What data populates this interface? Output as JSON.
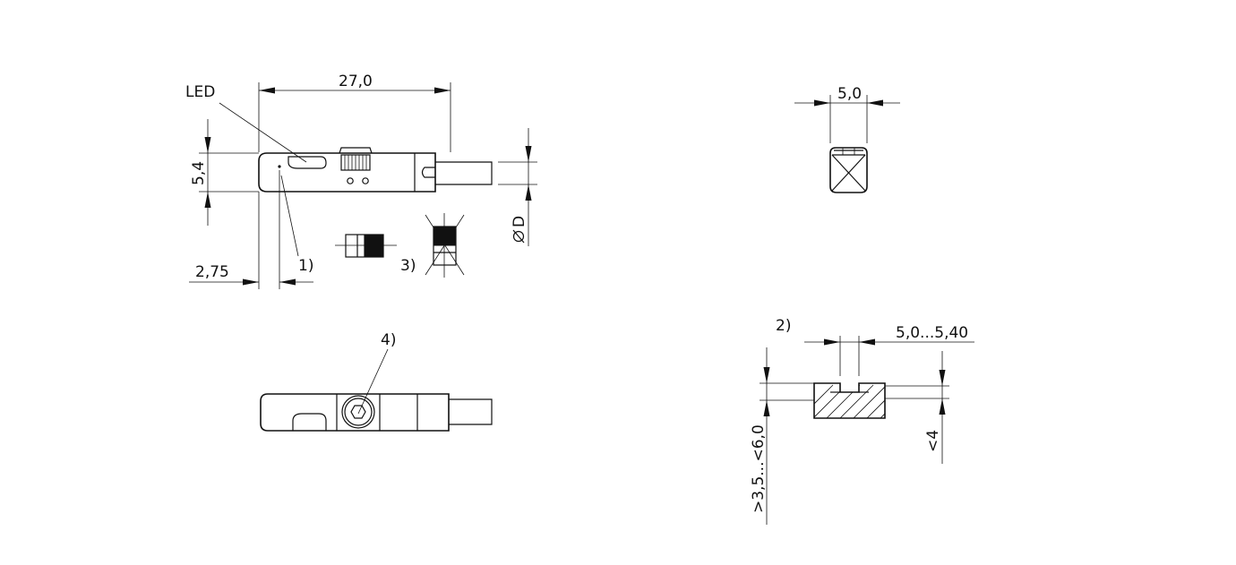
{
  "labels": {
    "led": "LED",
    "length": "27,0",
    "height": "5,4",
    "diameter": "D",
    "offset": "2,75",
    "note1": "1)",
    "note2": "2)",
    "note3": "3)",
    "note4": "4)",
    "width": "5,0",
    "slot_width": "5,0...5,40",
    "slot_depth": ">3,5...<6,0",
    "slot_height": "<4"
  },
  "colors": {
    "line": "#111111",
    "background": "#ffffff"
  }
}
